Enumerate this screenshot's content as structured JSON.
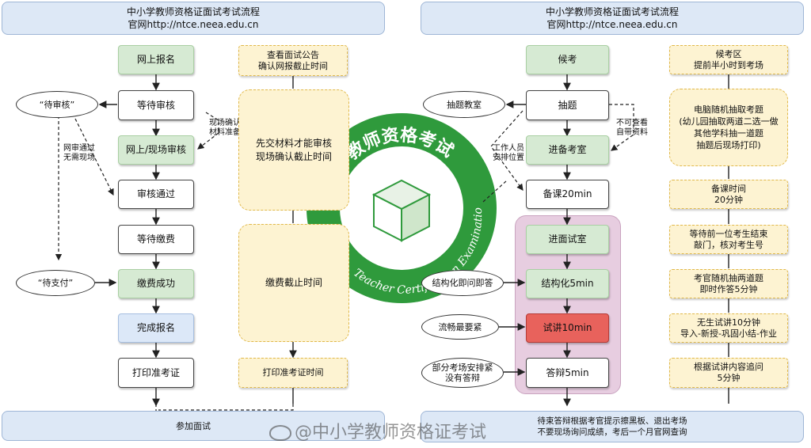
{
  "left_header": {
    "title": "中小学教师资格证面试考试流程",
    "site": "官网http://ntce.neea.edu.cn"
  },
  "right_header": {
    "title": "中小学教师资格证面试考试流程",
    "site": "官网http://ntce.neea.edu.cn"
  },
  "left_flow": {
    "online_signup": "网上报名",
    "wait_review": "等待审核",
    "online_onsite_review": "网上/现场审核",
    "review_passed": "审核通过",
    "wait_payment": "等待缴费",
    "payment_success": "缴费成功",
    "signup_complete": "完成报名",
    "print_ticket": "打印准考证",
    "pending_review_oval": "“待审核”",
    "pending_payment_oval": "“待支付”",
    "note_onsite_confirm": "现场确认\n材料准备",
    "note_online_pass": "网审通过\n无需现场"
  },
  "left_info": {
    "check_notice": "查看面试公告\n确认网报截止时间",
    "submit_materials": "先交材料才能审核\n现场确认截止时间",
    "payment_deadline": "缴费截止时间",
    "print_ticket_time": "打印准考证时间"
  },
  "left_footer": "参加面试",
  "seal": {
    "text_cn": "学教师资格考试",
    "text_en": "Teacher Certification Examination"
  },
  "right_flow": {
    "wait_exam": "候考",
    "draw": "抽题",
    "enter_prep_room": "进备考室",
    "prepare": "备课20min",
    "enter_interview_room": "进面试室",
    "structured": "结构化5min",
    "trial_lecture": "试讲10min",
    "defense": "答辩5min",
    "oval_draw_room": "抽题教室",
    "oval_structured_qa": "结构化即问即答",
    "oval_fluency": "流畅最要紧",
    "oval_some_no_defense": "部分考场安排紧\n没有答辩",
    "note_no_materials": "不可查看\n自带资料",
    "note_staff": "工作人员\n安排位置"
  },
  "right_info": {
    "waiting_area": "候考区\n提前半小时到考场",
    "computer_draw": "电脑随机抽取考题\n(幼儿园抽取两道二选一做\n其他学科抽一道题\n抽题后现场打印)",
    "prep_time": "备课时间\n20分钟",
    "wait_previous": "等待前一位考生结束\n敲门，核对考生号",
    "examiner_questions": "考官随机抽两道题\n即时作答5分钟",
    "no_student_lecture": "无生试讲10分钟\n导入-新授-巩固小结-作业",
    "follow_up": "根据试讲内容追问\n5分钟"
  },
  "right_footer": "待束答辩根据考官提示擦黑板、退出考场\n不要现场询问成绩，考后一个月官网查询",
  "watermark": "@中小学教师资格证考试",
  "colors": {
    "green_box": "#d6ead3",
    "trial_red": "#e8625c",
    "yellow_box": "#fdf3d2",
    "header_blue": "#dde8f6",
    "panel_pink": "#e7cde0",
    "seal_green": "#2f9a3c"
  }
}
